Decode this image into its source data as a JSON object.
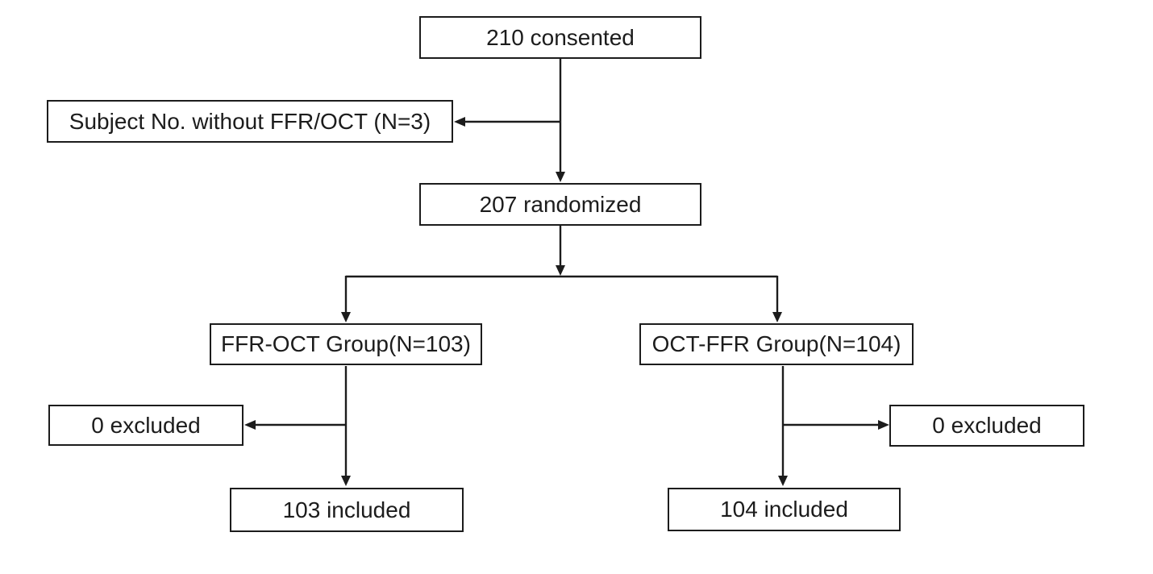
{
  "diagram": {
    "type": "consort-flow",
    "background_color": "#ffffff",
    "line_color": "#1c1c1c",
    "text_color": "#1c1c1c",
    "nodes": {
      "consented": "210 consented",
      "excluded_no_ffr_oct": "Subject No. without FFR/OCT (N=3)",
      "randomized": "207 randomized",
      "group_ffr_oct": "FFR-OCT Group(N=103)",
      "group_oct_ffr": "OCT-FFR Group(N=104)",
      "excluded_ffr_oct": "0 excluded",
      "excluded_oct_ffr": "0 excluded",
      "included_ffr_oct": "103 included",
      "included_oct_ffr": "104 included"
    }
  }
}
